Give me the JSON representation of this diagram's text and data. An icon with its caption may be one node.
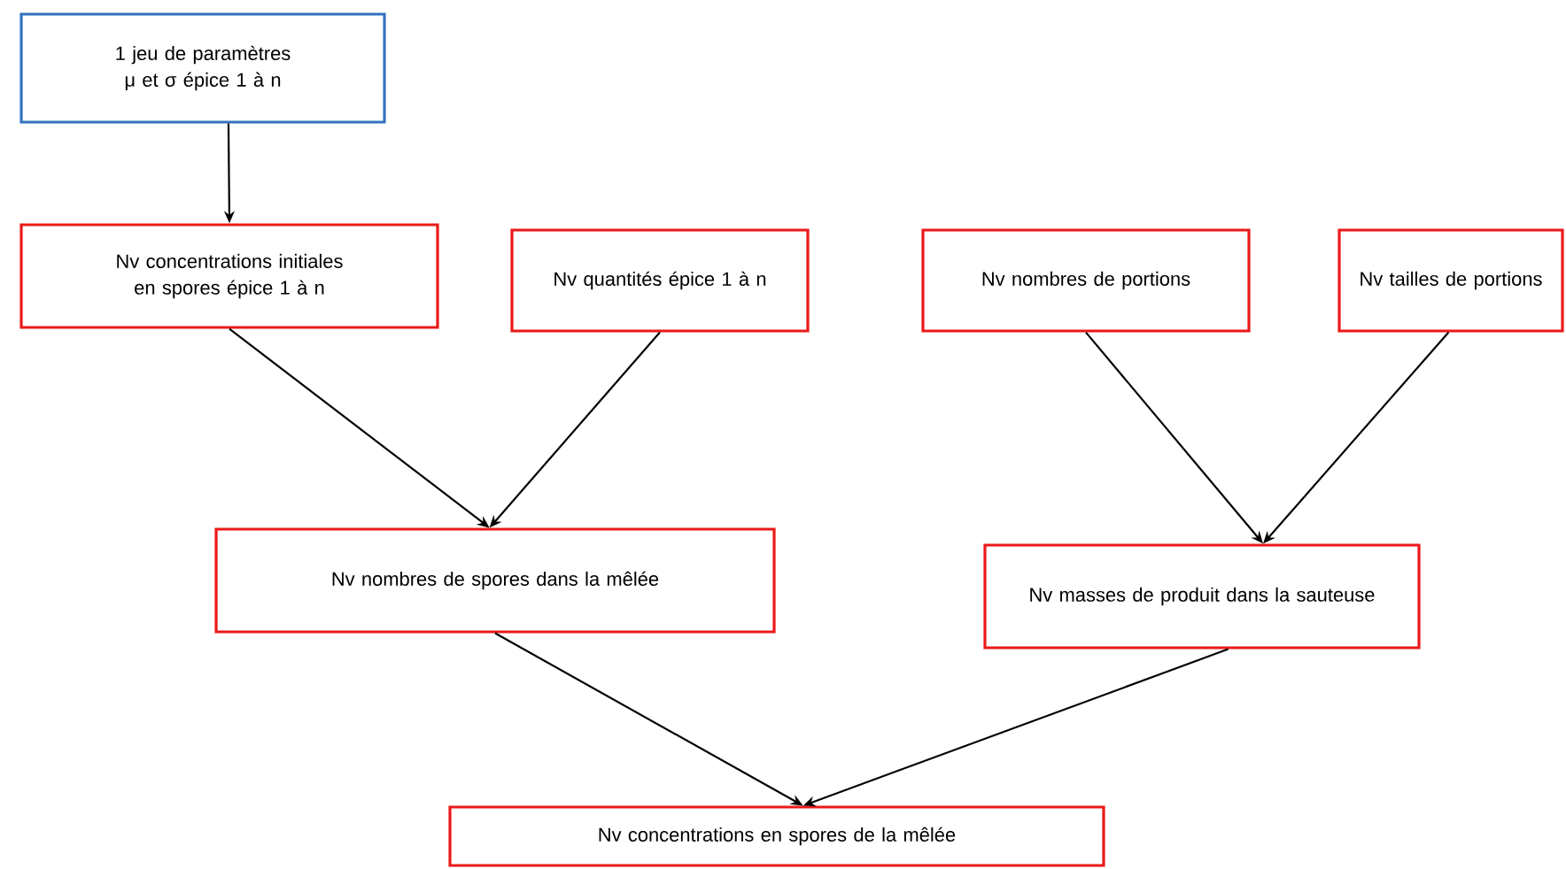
{
  "diagram": {
    "nodes": [
      {
        "text": [
          "1 jeu de paramètres μ et σ épice 1 à n"
        ]
      },
      {
        "text": [
          "Nv concentrations initiales en spores épice 1 à n"
        ]
      },
      {
        "text": [
          "Nv quantités épice 1 à n"
        ]
      },
      {
        "text": [
          "Nv nombres de portions"
        ]
      },
      {
        "text": [
          "Nv tailles de portions"
        ]
      },
      {
        "text": [
          "Nv nombres de spores dans la mêlée"
        ]
      },
      {
        "text": [
          "Nv masses de produit dans la sauteuse"
        ]
      },
      {
        "text": [
          "Nv concentrations en spores de la mêlée"
        ]
      }
    ],
    "edges": [
      {
        "from": 0,
        "to": 1,
        "arrow": "to"
      },
      {
        "from": 1,
        "to": 5,
        "arrow": "to"
      },
      {
        "from": 2,
        "to": 5,
        "arrow": "to"
      },
      {
        "from": 3,
        "to": 6,
        "arrow": "to"
      },
      {
        "from": 4,
        "to": 6,
        "arrow": "to"
      },
      {
        "from": 5,
        "to": 7,
        "arrow": "to"
      },
      {
        "from": 6,
        "to": 7,
        "arrow": "to"
      }
    ]
  }
}
